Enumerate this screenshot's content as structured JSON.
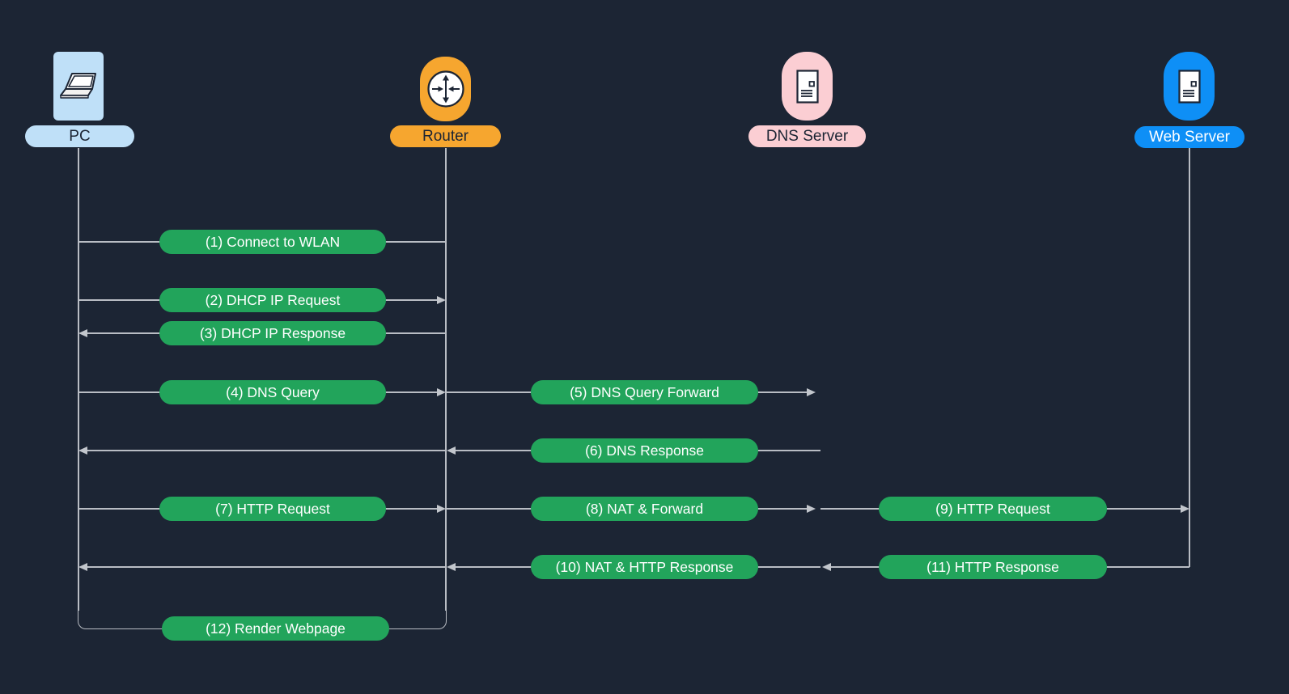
{
  "diagram_type": "sequence-diagram",
  "actors": [
    {
      "label": "PC",
      "icon": "laptop-icon",
      "fill": "#bfe0f8",
      "text_color": "#1c2534"
    },
    {
      "label": "Router",
      "icon": "router-icon",
      "fill": "#f6a62f",
      "text_color": "#1c2534"
    },
    {
      "label": "DNS Server",
      "icon": "server-icon",
      "fill": "#fbced3",
      "text_color": "#1c2534"
    },
    {
      "label": "Web Server",
      "icon": "server-icon",
      "fill": "#0e8ff6",
      "text_color": "#ffffff"
    }
  ],
  "messages": [
    {
      "num": 1,
      "label": "(1) Connect to WLAN",
      "from": "PC",
      "to": "Router",
      "arrowhead": "none"
    },
    {
      "num": 2,
      "label": "(2) DHCP IP Request",
      "from": "PC",
      "to": "Router",
      "arrowhead": "at-target"
    },
    {
      "num": 3,
      "label": "(3) DHCP IP Response",
      "from": "Router",
      "to": "PC",
      "arrowhead": "at-target"
    },
    {
      "num": 4,
      "label": "(4) DNS Query",
      "from": "PC",
      "to": "Router",
      "arrowhead": "at-target"
    },
    {
      "num": 5,
      "label": "(5) DNS Query Forward",
      "from": "Router",
      "to": "DNS Server",
      "arrowhead": "at-target"
    },
    {
      "num": 6,
      "label": "(6) DNS Response",
      "from": "DNS Server",
      "to": "PC",
      "via": "Router",
      "arrowhead": "at-router-and-pc"
    },
    {
      "num": 7,
      "label": "(7) HTTP Request",
      "from": "PC",
      "to": "Router",
      "arrowhead": "at-target"
    },
    {
      "num": 8,
      "label": "(8) NAT & Forward",
      "from": "Router",
      "to": "DNS Server",
      "arrowhead": "at-target"
    },
    {
      "num": 9,
      "label": "(9) HTTP Request",
      "from": "DNS Server",
      "to": "Web Server",
      "arrowhead": "at-target"
    },
    {
      "num": 10,
      "label": "(10) NAT & HTTP Response",
      "from": "DNS Server",
      "to": "PC",
      "via": "Router",
      "arrowhead": "at-router-and-pc"
    },
    {
      "num": 11,
      "label": "(11) HTTP Response",
      "from": "Web Server",
      "to": "DNS Server",
      "arrowhead": "at-target"
    },
    {
      "num": 12,
      "label": "(12) Render Webpage",
      "from": "PC",
      "to": "Router",
      "arrowhead": "none",
      "style": "rounded-bottom-connector"
    }
  ],
  "colors": {
    "background": "#1c2534",
    "message_fill": "#22a45b",
    "message_text": "#ffffff",
    "line": "#c2c6cc",
    "pc_fill": "#bfe0f8",
    "router_fill": "#f6a62f",
    "dns_fill": "#fbced3",
    "web_fill": "#0e8ff6",
    "dark_text": "#1c2534"
  }
}
